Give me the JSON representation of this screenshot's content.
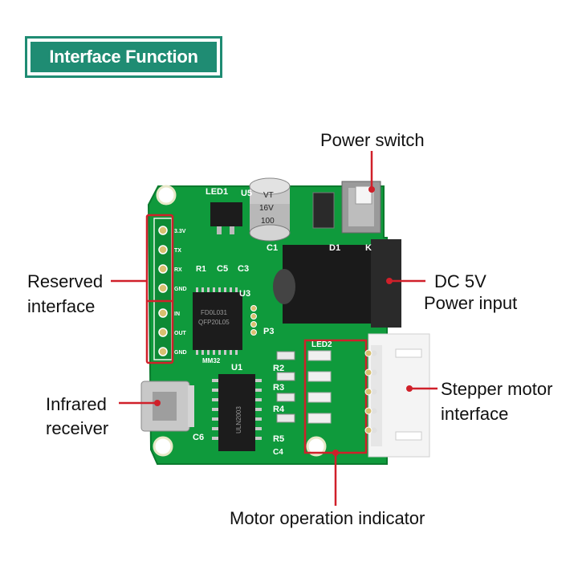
{
  "title": "Interface Function",
  "labels": {
    "power_switch": "Power switch",
    "reserved_1": "Reserved",
    "reserved_2": "interface",
    "dc_1": "DC 5V",
    "dc_2": "Power input",
    "ir_1": "Infrared",
    "ir_2": "receiver",
    "stepper_1": "Stepper motor",
    "stepper_2": "interface",
    "indicator": "Motor operation indicator"
  },
  "silkscreen": {
    "led1": "LED1",
    "u5": "U5",
    "c1": "C1",
    "r1": "R1",
    "c5": "C5",
    "c3": "C3",
    "u3": "U3",
    "p3": "P3",
    "u1": "U1",
    "led2": "LED2",
    "r2": "R2",
    "r3": "R3",
    "r4": "R4",
    "r5": "R5",
    "c6": "C6",
    "c4": "C4",
    "d1": "D1",
    "k": "K",
    "mm32": "MM32",
    "v33": "3.3V",
    "tx": "TX",
    "rx": "RX",
    "gnd": "GND",
    "in": "IN",
    "out": "OUT",
    "cap_1": "VT",
    "cap_2": "16V",
    "cap_3": "100",
    "chip_u3_1": "FD0L031",
    "chip_u3_2": "QFP20L05",
    "chip_u1": "ULN2003"
  },
  "colors": {
    "accent": "#1f8c73",
    "callout": "#d0202a",
    "pcb": "#0f9a3c"
  }
}
